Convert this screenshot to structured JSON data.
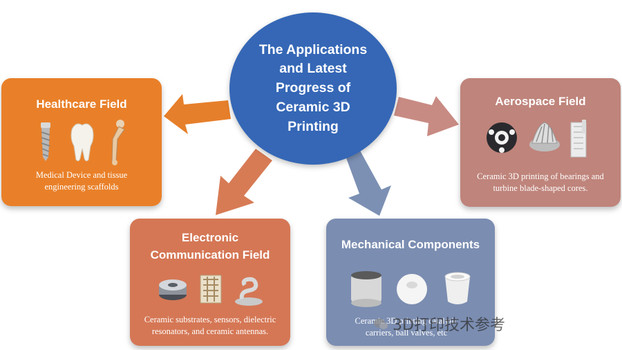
{
  "center": {
    "title": "The Applications\nand Latest\nProgress of\nCeramic 3D\nPrinting"
  },
  "boxes": {
    "healthcare": {
      "title": "Healthcare Field",
      "desc": "Medical Device and tissue engineering scaffolds",
      "icons": [
        "dental-implant-screw-icon",
        "tooth-icon",
        "femur-bone-implant-icon"
      ]
    },
    "aerospace": {
      "title": "Aerospace Field",
      "desc": "Ceramic 3D printing of bearings and turbine blade-shaped cores.",
      "icons": [
        "ceramic-bearing-icon",
        "turbine-impeller-icon",
        "blade-core-icon"
      ]
    },
    "electronic": {
      "title": "Electronic Communication Field",
      "desc": "Ceramic substrates, sensors, dielectric resonators, and ceramic antennas.",
      "icons": [
        "dielectric-resonator-icon",
        "lattice-substrate-icon",
        "spiral-antenna-icon"
      ]
    },
    "mechanical": {
      "title": "Mechanical Components",
      "desc": "Ceramic 3D printing catalytic carriers, ball valves, etc",
      "icons": [
        "catalytic-carrier-icon",
        "ball-valve-icon",
        "ceramic-cup-icon"
      ]
    }
  },
  "watermark": "3D打印技术参考",
  "colors": {
    "center": "#3567b6",
    "healthcare": "#e98029",
    "aerospace": "#bf847b",
    "electronic": "#d57755",
    "mechanical": "#7b8db1",
    "arrow_healthcare": "#e67f2b",
    "arrow_aerospace": "#c88b83",
    "arrow_electronic": "#d77b55",
    "arrow_mechanical": "#7c90b4"
  }
}
